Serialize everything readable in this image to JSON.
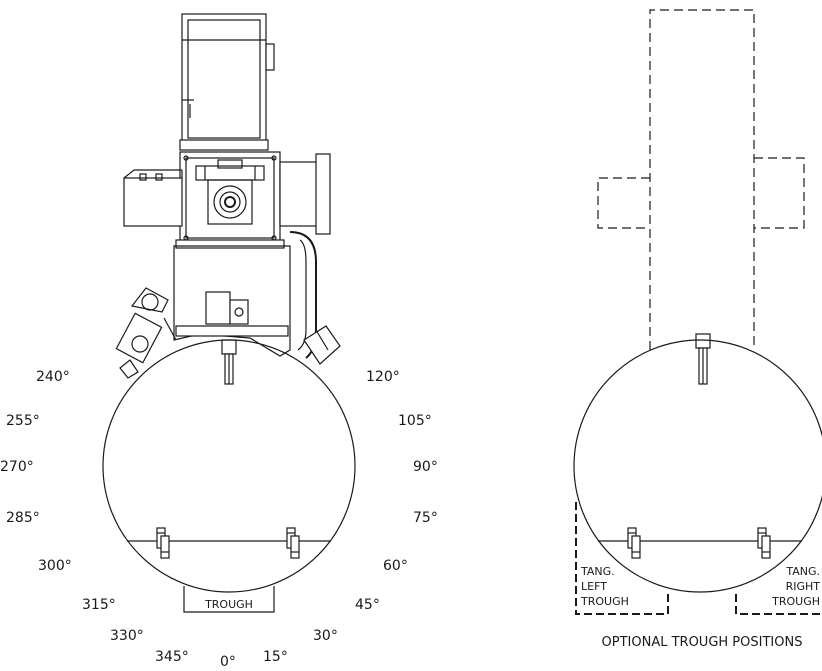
{
  "left_view": {
    "angles": {
      "a240": "240°",
      "a255": "255°",
      "a270": "270°",
      "a285": "285°",
      "a300": "300°",
      "a315": "315°",
      "a330": "330°",
      "a345": "345°",
      "a0": "0°",
      "a15": "15°",
      "a30": "30°",
      "a45": "45°",
      "a60": "60°",
      "a75": "75°",
      "a90": "90°",
      "a105": "105°",
      "a120": "120°"
    },
    "trough_label": "TROUGH"
  },
  "right_view": {
    "left_trough": [
      "TANG.",
      "LEFT",
      "TROUGH"
    ],
    "right_trough": [
      "TANG.",
      "RIGHT",
      "TROUGH"
    ],
    "caption": "OPTIONAL TROUGH POSITIONS"
  }
}
